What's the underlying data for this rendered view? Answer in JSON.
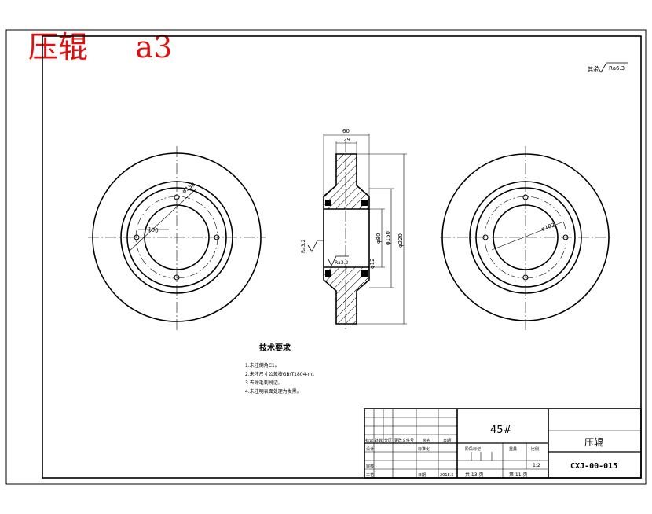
{
  "header": {
    "title": "压辊",
    "sheet_size": "a3"
  },
  "surface_finish": {
    "label": "其余",
    "value": "Ra6.3"
  },
  "dimensions": {
    "top_width": "60",
    "hub_width": "29",
    "outer_dia": "φ220",
    "dia_150": "φ150",
    "bore_dia": "φ80",
    "groove_dia": "φ12",
    "ra_left": "Ra3.2",
    "ra_inner": "Ra3.2",
    "left_view_bolt_circle": "φ130",
    "left_view_radius": "100",
    "right_view_dia": "φ102"
  },
  "tech_requirements": {
    "title": "技术要求",
    "items": [
      "1.未注倒角C1。",
      "2.未注尺寸公差按GB/T1804-m。",
      "3.去除毛刺锐边。",
      "4.未注明表面处理为发黑。"
    ]
  },
  "title_block": {
    "material": "45#",
    "part_name": "压辊",
    "drawing_no": "CXJ-00-015",
    "scale": "1:2",
    "total_sheets": "共 13 页",
    "sheet_no": "第 11 页",
    "headers": {
      "mark": "标记",
      "count": "处数",
      "zone": "分区",
      "change_doc": "更改文件号",
      "sign": "签名",
      "date": "日期"
    },
    "design": "设计",
    "standardize": "标准化",
    "review": "审核",
    "process": "工艺",
    "approve_date_label": "日期",
    "approve_date": "2018.5",
    "stage_label": "阶段标记",
    "weight_label": "重量",
    "scale_label": "比例"
  }
}
